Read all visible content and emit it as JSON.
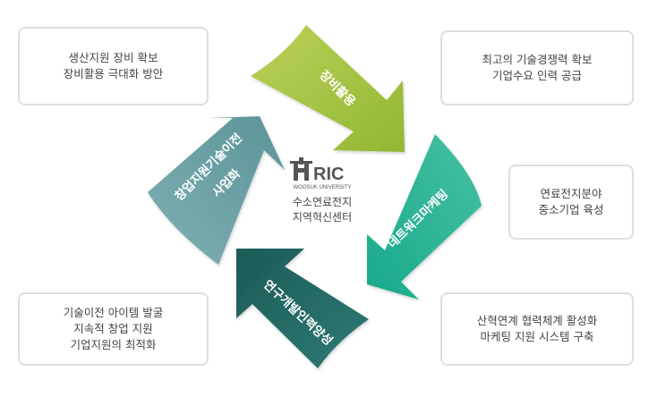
{
  "colors": {
    "arrow_top": "#93b733",
    "arrow_top_light": "#b9d158",
    "arrow_right": "#19a98b",
    "arrow_right_light": "#46c0a3",
    "arrow_bottom": "#1b5b57",
    "arrow_bottom_light": "#2f7a74",
    "arrow_left": "#5c9498",
    "arrow_left_light": "#7fb0b3",
    "box_border": "#dedede",
    "text": "#444444",
    "logo": "#555555"
  },
  "arrows": {
    "top": "장비활용",
    "right": "네트워크마케팅",
    "bottom": "연구개발인력양성",
    "left_line1": "창업지원기술이전",
    "left_line2": "사업화"
  },
  "boxes": {
    "top_left": [
      "생산지원 장비 확보",
      "장비활용 극대화 방안"
    ],
    "top_right": [
      "최고의 기술경쟁력 확보",
      "기업수요 인력 공급"
    ],
    "mid_right": [
      "연료전지분야",
      "중소기업 육성"
    ],
    "bottom_left": [
      "기술이전 아이템 발굴",
      "지속적 창업 지원",
      "기업지원의 최적화"
    ],
    "bottom_right": [
      "산혁연계 협력체계 활성화",
      "마케팅 지원 시스템 구축"
    ]
  },
  "center": {
    "logo_text": "RIC",
    "logo_sub": "WOOSUK UNIVERSITY",
    "line1": "수소연료전지",
    "line2": "지역혁신센터"
  }
}
